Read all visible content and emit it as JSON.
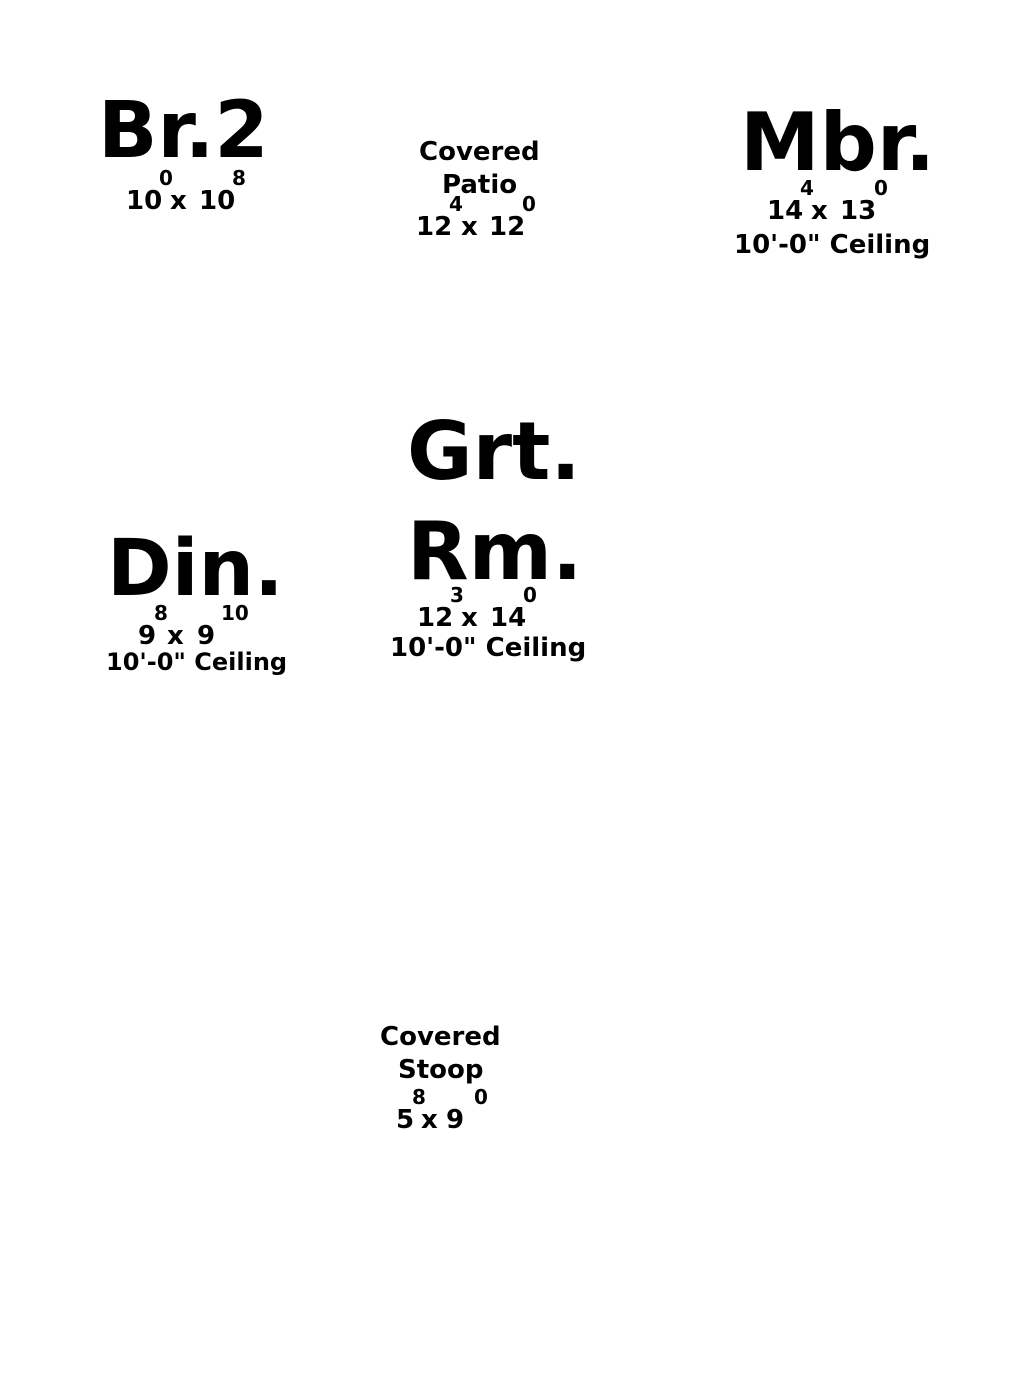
{
  "rooms": {
    "br2": {
      "name": "Br.2",
      "dim_w": "10",
      "dim_x": "x",
      "dim_h": "10",
      "sup_w": "0",
      "sup_h": "8"
    },
    "covered_patio": {
      "name_line1": "Covered",
      "name_line2": "Patio",
      "dim_w": "12",
      "dim_x": "x",
      "dim_h": "12",
      "sup_w": "4",
      "sup_h": "0"
    },
    "mbr": {
      "name": "Mbr.",
      "dim_w": "14",
      "dim_x": "x",
      "dim_h": "13",
      "sup_w": "4",
      "sup_h": "0",
      "ceiling": "10'-0\" Ceiling"
    },
    "grt_rm": {
      "name_line1": "Grt.",
      "name_line2": "Rm.",
      "dim_w": "12",
      "dim_x": "x",
      "dim_h": "14",
      "sup_w": "3",
      "sup_h": "0",
      "ceiling": "10'-0\" Ceiling"
    },
    "din": {
      "name": "Din.",
      "dim_w": "9",
      "dim_x": "x",
      "dim_h": "9",
      "sup_w": "8",
      "sup_h": "10",
      "ceiling": "10'-0\" Ceiling"
    },
    "covered_stoop": {
      "name_line1": "Covered",
      "name_line2": "Stoop",
      "dim_w": "5",
      "dim_x": "x",
      "dim_h": "9",
      "sup_w": "8",
      "sup_h": "0"
    }
  }
}
